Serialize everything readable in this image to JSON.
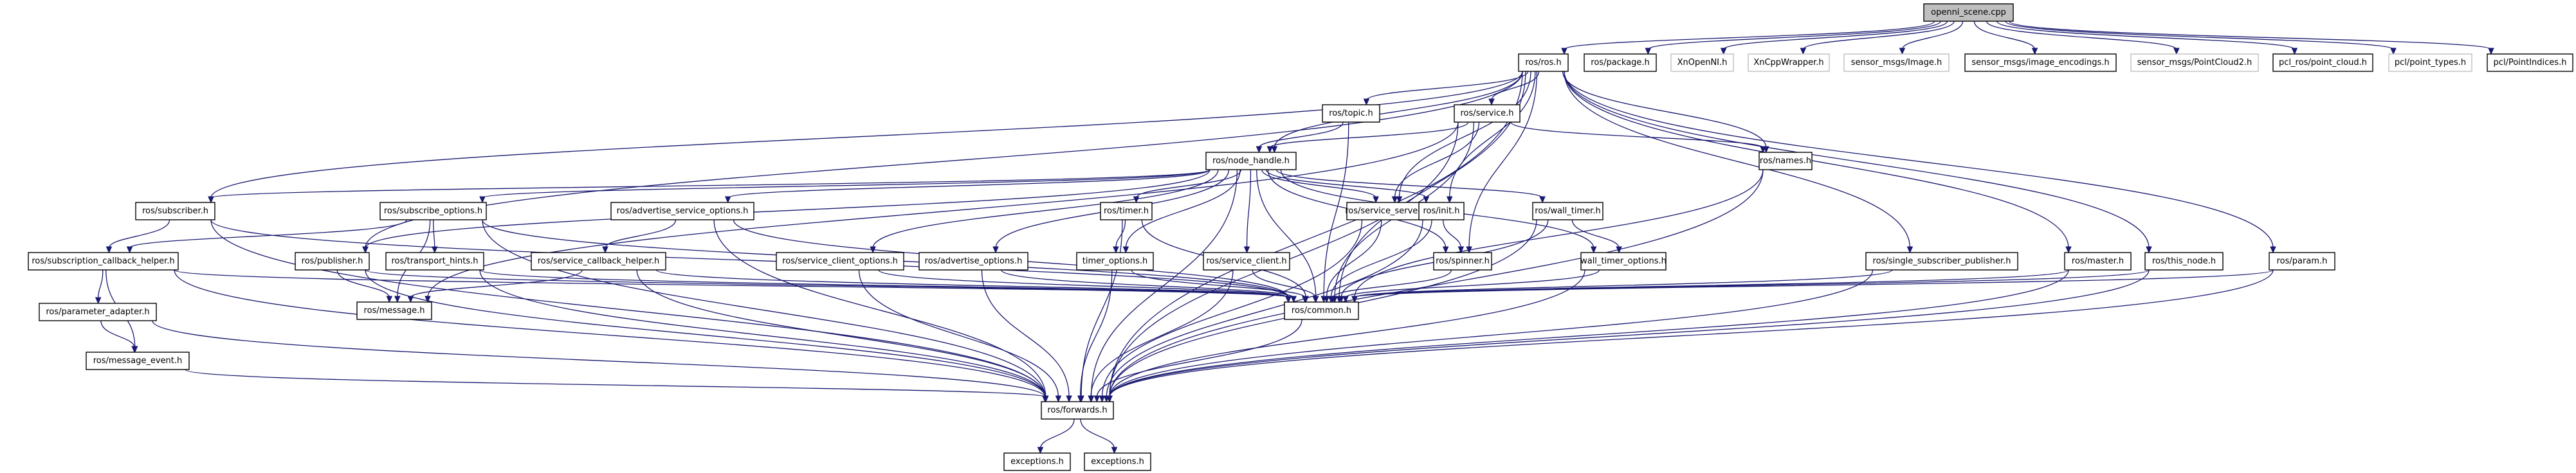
{
  "title": "openni_scene.cpp include dependency graph",
  "colors": {
    "edge": "#191970",
    "root_fill": "#bfbfbf",
    "node_border": "#000000",
    "external_border": "#bfbfbf"
  },
  "nodes": [
    {
      "id": "openni_scene",
      "label": "openni_scene.cpp",
      "kind": "root"
    },
    {
      "id": "ros_ros",
      "label": "ros/ros.h",
      "kind": "normal"
    },
    {
      "id": "ros_package",
      "label": "ros/package.h",
      "kind": "normal"
    },
    {
      "id": "xnopenni",
      "label": "XnOpenNI.h",
      "kind": "external"
    },
    {
      "id": "xncppwrapper",
      "label": "XnCppWrapper.h",
      "kind": "external"
    },
    {
      "id": "sm_image",
      "label": "sensor_msgs/Image.h",
      "kind": "external"
    },
    {
      "id": "sm_image_enc",
      "label": "sensor_msgs/image_encodings.h",
      "kind": "normal"
    },
    {
      "id": "sm_pc2",
      "label": "sensor_msgs/PointCloud2.h",
      "kind": "external"
    },
    {
      "id": "pcl_ros_pc",
      "label": "pcl_ros/point_cloud.h",
      "kind": "normal"
    },
    {
      "id": "pcl_pt",
      "label": "pcl/point_types.h",
      "kind": "external"
    },
    {
      "id": "pcl_pi",
      "label": "pcl/PointIndices.h",
      "kind": "normal"
    },
    {
      "id": "ros_topic",
      "label": "ros/topic.h",
      "kind": "normal"
    },
    {
      "id": "ros_service",
      "label": "ros/service.h",
      "kind": "normal"
    },
    {
      "id": "ros_node_handle",
      "label": "ros/node_handle.h",
      "kind": "normal"
    },
    {
      "id": "ros_names",
      "label": "ros/names.h",
      "kind": "normal"
    },
    {
      "id": "ros_subscriber",
      "label": "ros/subscriber.h",
      "kind": "normal"
    },
    {
      "id": "ros_subscribe_options",
      "label": "ros/subscribe_options.h",
      "kind": "normal"
    },
    {
      "id": "ros_adv_srv_opts",
      "label": "ros/advertise_service_options.h",
      "kind": "normal"
    },
    {
      "id": "ros_timer",
      "label": "ros/timer.h",
      "kind": "normal"
    },
    {
      "id": "ros_service_server",
      "label": "ros/service_server.h",
      "kind": "normal"
    },
    {
      "id": "ros_init",
      "label": "ros/init.h",
      "kind": "normal"
    },
    {
      "id": "ros_wall_timer",
      "label": "ros/wall_timer.h",
      "kind": "normal"
    },
    {
      "id": "ros_sub_cb_helper",
      "label": "ros/subscription_callback_helper.h",
      "kind": "normal"
    },
    {
      "id": "ros_publisher",
      "label": "ros/publisher.h",
      "kind": "normal"
    },
    {
      "id": "ros_transport_hints",
      "label": "ros/transport_hints.h",
      "kind": "normal"
    },
    {
      "id": "ros_srv_cb_helper",
      "label": "ros/service_callback_helper.h",
      "kind": "normal"
    },
    {
      "id": "ros_srv_client_opts",
      "label": "ros/service_client_options.h",
      "kind": "normal"
    },
    {
      "id": "ros_adv_opts",
      "label": "ros/advertise_options.h",
      "kind": "normal"
    },
    {
      "id": "timer_options",
      "label": "timer_options.h",
      "kind": "normal"
    },
    {
      "id": "ros_service_client",
      "label": "ros/service_client.h",
      "kind": "normal"
    },
    {
      "id": "ros_spinner",
      "label": "ros/spinner.h",
      "kind": "normal"
    },
    {
      "id": "wall_timer_options",
      "label": "wall_timer_options.h",
      "kind": "normal"
    },
    {
      "id": "ros_ssp",
      "label": "ros/single_subscriber_publisher.h",
      "kind": "normal"
    },
    {
      "id": "ros_master",
      "label": "ros/master.h",
      "kind": "normal"
    },
    {
      "id": "ros_this_node",
      "label": "ros/this_node.h",
      "kind": "normal"
    },
    {
      "id": "ros_param",
      "label": "ros/param.h",
      "kind": "normal"
    },
    {
      "id": "ros_param_adapter",
      "label": "ros/parameter_adapter.h",
      "kind": "normal"
    },
    {
      "id": "ros_message",
      "label": "ros/message.h",
      "kind": "normal"
    },
    {
      "id": "ros_common",
      "label": "ros/common.h",
      "kind": "normal"
    },
    {
      "id": "ros_message_event",
      "label": "ros/message_event.h",
      "kind": "normal"
    },
    {
      "id": "ros_forwards",
      "label": "ros/forwards.h",
      "kind": "normal"
    },
    {
      "id": "exceptions_a",
      "label": "exceptions.h",
      "kind": "normal"
    },
    {
      "id": "exceptions_b",
      "label": "exceptions.h",
      "kind": "normal"
    }
  ],
  "edges": [
    [
      "openni_scene",
      "ros_ros"
    ],
    [
      "openni_scene",
      "ros_package"
    ],
    [
      "openni_scene",
      "xnopenni"
    ],
    [
      "openni_scene",
      "xncppwrapper"
    ],
    [
      "openni_scene",
      "sm_image"
    ],
    [
      "openni_scene",
      "sm_image_enc"
    ],
    [
      "openni_scene",
      "sm_pc2"
    ],
    [
      "openni_scene",
      "pcl_ros_pc"
    ],
    [
      "openni_scene",
      "pcl_pt"
    ],
    [
      "openni_scene",
      "pcl_pi"
    ],
    [
      "ros_ros",
      "ros_topic"
    ],
    [
      "ros_ros",
      "ros_service"
    ],
    [
      "ros_ros",
      "ros_node_handle"
    ],
    [
      "ros_ros",
      "ros_names"
    ],
    [
      "ros_ros",
      "ros_subscriber"
    ],
    [
      "ros_ros",
      "ros_publisher"
    ],
    [
      "ros_ros",
      "ros_service_server"
    ],
    [
      "ros_ros",
      "ros_init"
    ],
    [
      "ros_ros",
      "ros_common"
    ],
    [
      "ros_ros",
      "ros_ssp"
    ],
    [
      "ros_ros",
      "ros_master"
    ],
    [
      "ros_ros",
      "ros_this_node"
    ],
    [
      "ros_ros",
      "ros_param"
    ],
    [
      "ros_ros",
      "ros_forwards"
    ],
    [
      "ros_ros",
      "ros_spinner"
    ],
    [
      "ros_topic",
      "ros_node_handle"
    ],
    [
      "ros_topic",
      "ros_common"
    ],
    [
      "ros_service",
      "ros_node_handle"
    ],
    [
      "ros_service",
      "ros_names"
    ],
    [
      "ros_service",
      "ros_service_server"
    ],
    [
      "ros_service",
      "ros_common"
    ],
    [
      "ros_service",
      "ros_forwards"
    ],
    [
      "ros_service",
      "ros_message"
    ],
    [
      "ros_node_handle",
      "ros_subscriber"
    ],
    [
      "ros_node_handle",
      "ros_subscribe_options"
    ],
    [
      "ros_node_handle",
      "ros_adv_srv_opts"
    ],
    [
      "ros_node_handle",
      "ros_timer"
    ],
    [
      "ros_node_handle",
      "ros_service_server"
    ],
    [
      "ros_node_handle",
      "ros_init"
    ],
    [
      "ros_node_handle",
      "ros_wall_timer"
    ],
    [
      "ros_node_handle",
      "ros_publisher"
    ],
    [
      "ros_node_handle",
      "ros_srv_client_opts"
    ],
    [
      "ros_node_handle",
      "ros_adv_opts"
    ],
    [
      "ros_node_handle",
      "timer_options"
    ],
    [
      "ros_node_handle",
      "ros_service_client"
    ],
    [
      "ros_node_handle",
      "wall_timer_options"
    ],
    [
      "ros_node_handle",
      "ros_common"
    ],
    [
      "ros_node_handle",
      "ros_forwards"
    ],
    [
      "ros_node_handle",
      "ros_spinner"
    ],
    [
      "ros_names",
      "ros_common"
    ],
    [
      "ros_names",
      "ros_forwards"
    ],
    [
      "ros_subscriber",
      "ros_sub_cb_helper"
    ],
    [
      "ros_subscriber",
      "ros_common"
    ],
    [
      "ros_subscriber",
      "ros_forwards"
    ],
    [
      "ros_subscribe_options",
      "ros_sub_cb_helper"
    ],
    [
      "ros_subscribe_options",
      "ros_transport_hints"
    ],
    [
      "ros_subscribe_options",
      "ros_message"
    ],
    [
      "ros_subscribe_options",
      "ros_common"
    ],
    [
      "ros_subscribe_options",
      "ros_forwards"
    ],
    [
      "ros_adv_srv_opts",
      "ros_srv_cb_helper"
    ],
    [
      "ros_adv_srv_opts",
      "ros_common"
    ],
    [
      "ros_adv_srv_opts",
      "ros_forwards"
    ],
    [
      "ros_timer",
      "timer_options"
    ],
    [
      "ros_timer",
      "ros_common"
    ],
    [
      "ros_timer",
      "ros_forwards"
    ],
    [
      "ros_service_server",
      "ros_common"
    ],
    [
      "ros_service_server",
      "ros_forwards"
    ],
    [
      "ros_init",
      "ros_spinner"
    ],
    [
      "ros_init",
      "ros_common"
    ],
    [
      "ros_init",
      "ros_forwards"
    ],
    [
      "ros_wall_timer",
      "wall_timer_options"
    ],
    [
      "ros_wall_timer",
      "ros_common"
    ],
    [
      "ros_wall_timer",
      "ros_forwards"
    ],
    [
      "ros_sub_cb_helper",
      "ros_param_adapter"
    ],
    [
      "ros_sub_cb_helper",
      "ros_message_event"
    ],
    [
      "ros_sub_cb_helper",
      "ros_common"
    ],
    [
      "ros_sub_cb_helper",
      "ros_forwards"
    ],
    [
      "ros_publisher",
      "ros_message"
    ],
    [
      "ros_publisher",
      "ros_common"
    ],
    [
      "ros_publisher",
      "ros_forwards"
    ],
    [
      "ros_transport_hints",
      "ros_common"
    ],
    [
      "ros_transport_hints",
      "ros_forwards"
    ],
    [
      "ros_srv_cb_helper",
      "ros_message"
    ],
    [
      "ros_srv_cb_helper",
      "ros_common"
    ],
    [
      "ros_srv_cb_helper",
      "ros_forwards"
    ],
    [
      "ros_srv_client_opts",
      "ros_common"
    ],
    [
      "ros_srv_client_opts",
      "ros_forwards"
    ],
    [
      "ros_adv_opts",
      "ros_common"
    ],
    [
      "ros_adv_opts",
      "ros_forwards"
    ],
    [
      "timer_options",
      "ros_common"
    ],
    [
      "timer_options",
      "ros_forwards"
    ],
    [
      "ros_service_client",
      "ros_common"
    ],
    [
      "ros_service_client",
      "ros_forwards"
    ],
    [
      "ros_spinner",
      "ros_common"
    ],
    [
      "wall_timer_options",
      "ros_common"
    ],
    [
      "wall_timer_options",
      "ros_forwards"
    ],
    [
      "ros_ssp",
      "ros_common"
    ],
    [
      "ros_ssp",
      "ros_forwards"
    ],
    [
      "ros_master",
      "ros_common"
    ],
    [
      "ros_master",
      "ros_forwards"
    ],
    [
      "ros_this_node",
      "ros_common"
    ],
    [
      "ros_this_node",
      "ros_forwards"
    ],
    [
      "ros_param",
      "ros_common"
    ],
    [
      "ros_param",
      "ros_forwards"
    ],
    [
      "ros_param_adapter",
      "ros_message_event"
    ],
    [
      "ros_param_adapter",
      "ros_forwards"
    ],
    [
      "ros_message_event",
      "ros_forwards"
    ],
    [
      "ros_common",
      "ros_forwards"
    ],
    [
      "ros_forwards",
      "exceptions_a"
    ],
    [
      "ros_forwards",
      "exceptions_b"
    ]
  ]
}
